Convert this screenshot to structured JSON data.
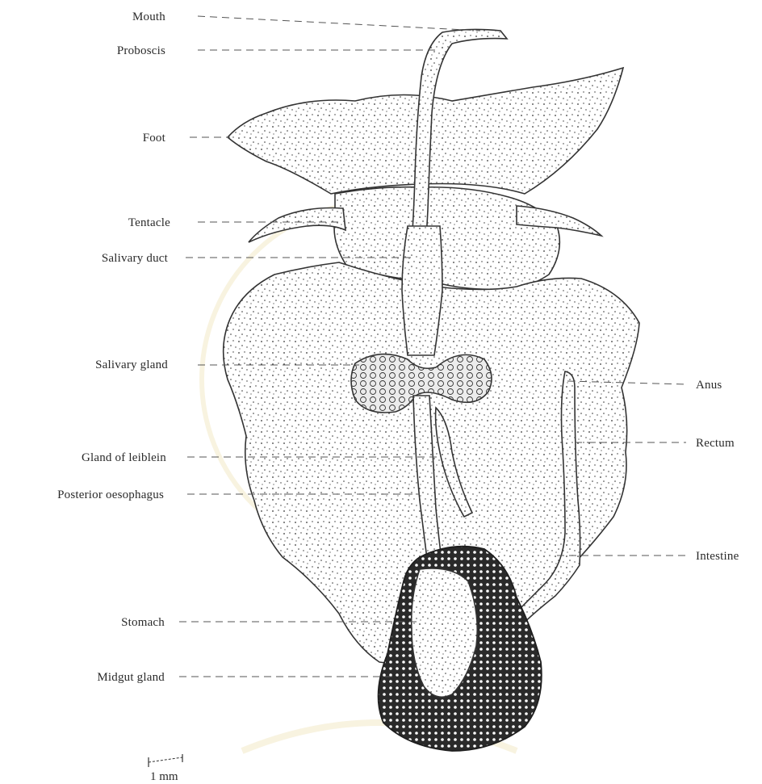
{
  "labels_left": [
    {
      "key": "mouth",
      "text": "Mouth"
    },
    {
      "key": "proboscis",
      "text": "Proboscis"
    },
    {
      "key": "foot",
      "text": "Foot"
    },
    {
      "key": "tentacle",
      "text": "Tentacle"
    },
    {
      "key": "salivary_duct",
      "text": "Salivary duct"
    },
    {
      "key": "salivary_gland",
      "text": "Salivary gland"
    },
    {
      "key": "gland_of_leiblein",
      "text": "Gland of leiblein"
    },
    {
      "key": "posterior_oesophagus",
      "text": "Posterior oesophagus"
    },
    {
      "key": "stomach",
      "text": "Stomach"
    },
    {
      "key": "midgut_gland",
      "text": "Midgut gland"
    }
  ],
  "labels_right": [
    {
      "key": "anus",
      "text": "Anus"
    },
    {
      "key": "rectum",
      "text": "Rectum"
    },
    {
      "key": "intestine",
      "text": "Intestine"
    }
  ],
  "scale_bar": {
    "text": "1 mm"
  },
  "colors": {
    "ink": "#2a2a2a",
    "paper": "#ffffff",
    "dense": "#1e1e1e"
  }
}
